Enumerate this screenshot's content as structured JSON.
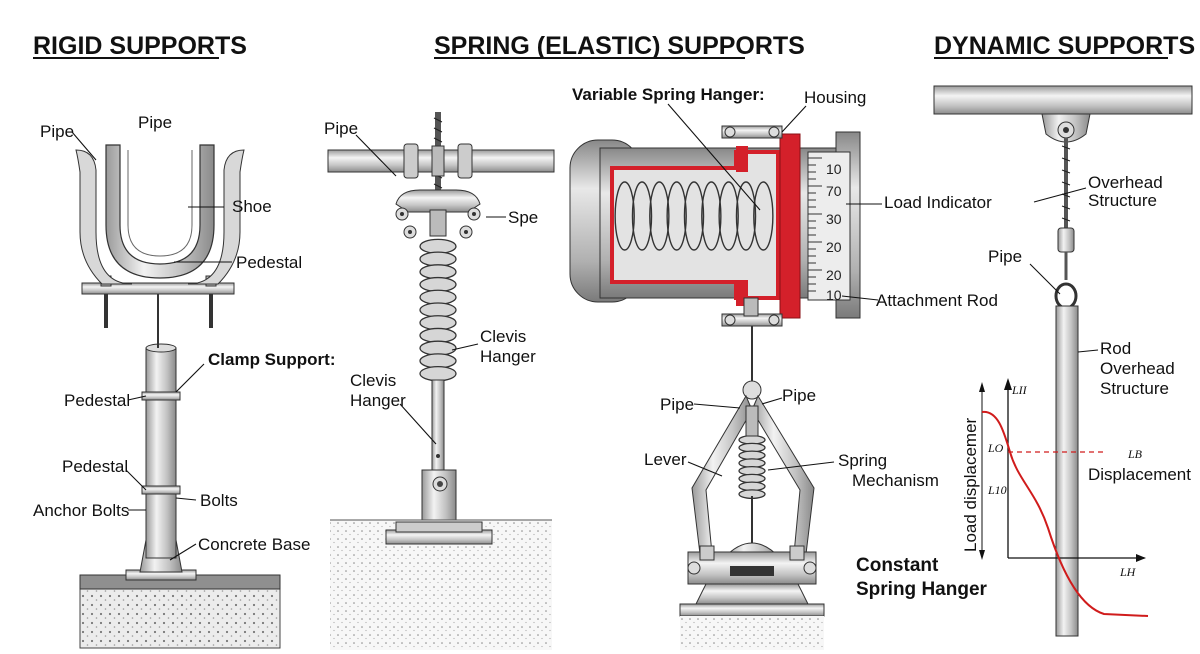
{
  "sections": {
    "rigid": "RIGID SUPPORTS",
    "spring": "SPRING (ELASTIC) SUPPORTS",
    "dynamic": "DYNAMIC SUPPORTS"
  },
  "rigid": {
    "pipe_left": "Pipe",
    "pipe_top": "Pipe",
    "shoe": "Shoe",
    "pedestal_top": "Pedestal",
    "clamp_support": "Clamp Support:",
    "pedestal_mid": "Pedestal",
    "pedestal_low": "Pedestal",
    "bolts": "Bolts",
    "anchor_bolts": "Anchor Bolts",
    "concrete_base": "Concrete Base"
  },
  "spring": {
    "pipe": "Pipe",
    "spe": "Spe",
    "clevis_right_1": "Clevis",
    "clevis_right_2": "Hanger",
    "clevis_left_1": "Clevis",
    "clevis_left_2": "Hanger"
  },
  "variable_hanger": {
    "title": "Variable Spring Hanger:",
    "housing": "Housing",
    "load_indicator": "Load Indicator",
    "attachment_rod": "Attachment Rod",
    "scale": [
      "10",
      "70",
      "30",
      "20",
      "20",
      "10"
    ]
  },
  "constant_hanger": {
    "pipe_left": "Pipe",
    "pipe_right": "Pipe",
    "lever": "Lever",
    "spring_1": "Spring",
    "spring_2": "Mechanism",
    "title_1": "Constant",
    "title_2": "Spring Hanger"
  },
  "dynamic": {
    "overhead_1": "Overhead",
    "overhead_2": "Structure",
    "pipe": "Pipe",
    "rod_1": "Rod",
    "rod_2": "Overhead",
    "rod_3": "Structure",
    "displacement": "Displacement",
    "y_axis": "Load displacemer",
    "sym_top": "LII",
    "sym_lo": "LO",
    "sym_l10": "L10",
    "sym_lb": "LB",
    "sym_lh": "LH"
  },
  "colors": {
    "metal": "#c9c9c9",
    "outline": "#222222",
    "accent_red": "#d4202a",
    "curve_red": "#d01c1c"
  }
}
